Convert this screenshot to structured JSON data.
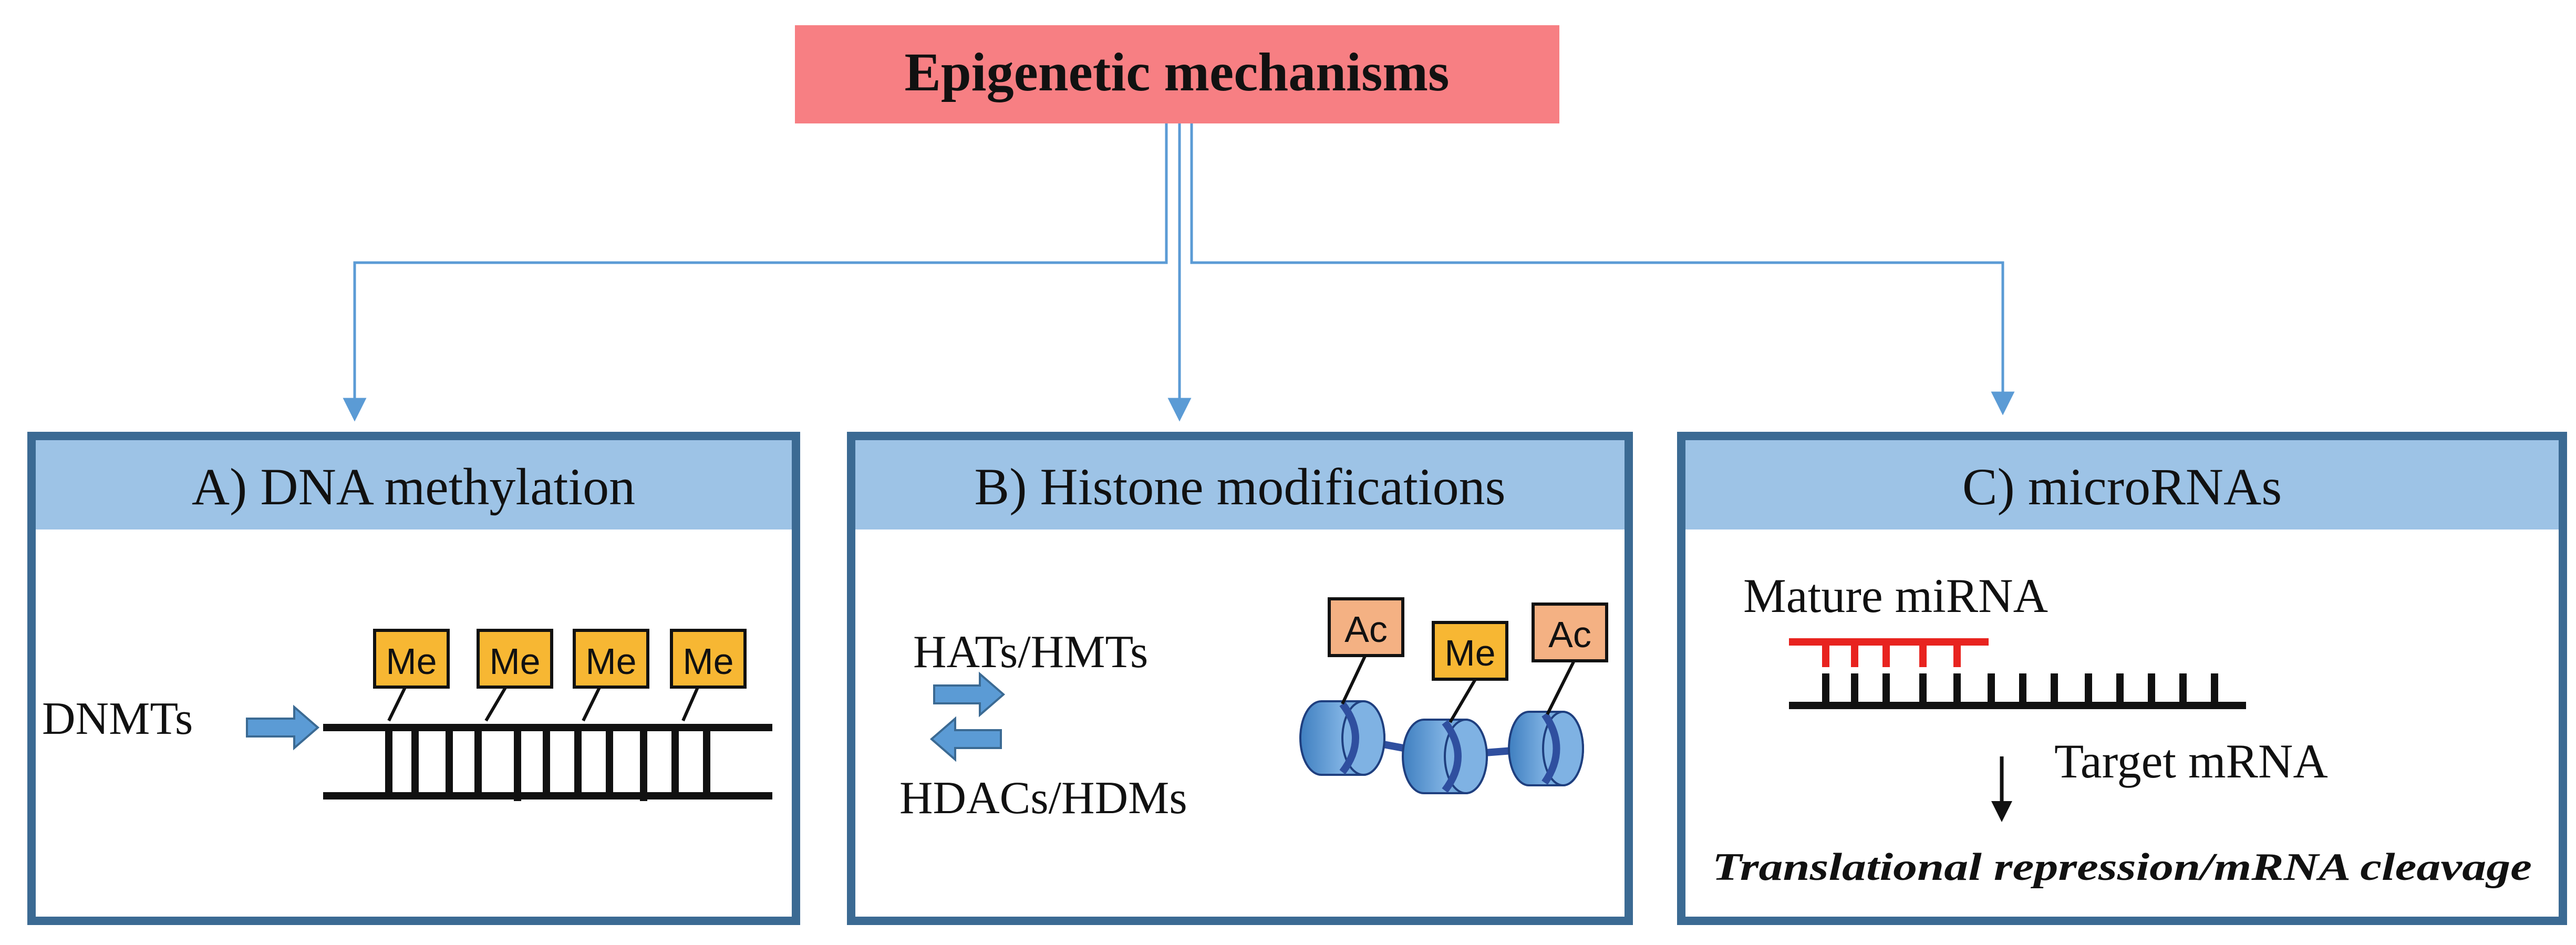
{
  "title": "Epigenetic mechanisms",
  "panels": {
    "a": {
      "header": "A) DNA methylation",
      "enzyme_label": "DNMTs",
      "marks": [
        "Me",
        "Me",
        "Me",
        "Me"
      ]
    },
    "b": {
      "header": "B) Histone modifications",
      "forward_label": "HATs/HMTs",
      "reverse_label": "HDACs/HDMs",
      "marks": [
        "Ac",
        "Me",
        "Ac"
      ]
    },
    "c": {
      "header": "C) microRNAs",
      "mirna_label": "Mature miRNA",
      "target_label": "Target mRNA",
      "outcome_label": "Translational repression/mRNA cleavage"
    }
  },
  "colors": {
    "title_fill": "#f77f83",
    "panel_border": "#3b6a93",
    "panel_header": "#9dc3e6",
    "connector": "#5b9bd5",
    "me_fill": "#f7b733",
    "ac_fill": "#f4b183",
    "mirna_red": "#e8231f",
    "nucleosome": "#5b9bd5",
    "nucleosome_dark": "#2f4f9f"
  }
}
